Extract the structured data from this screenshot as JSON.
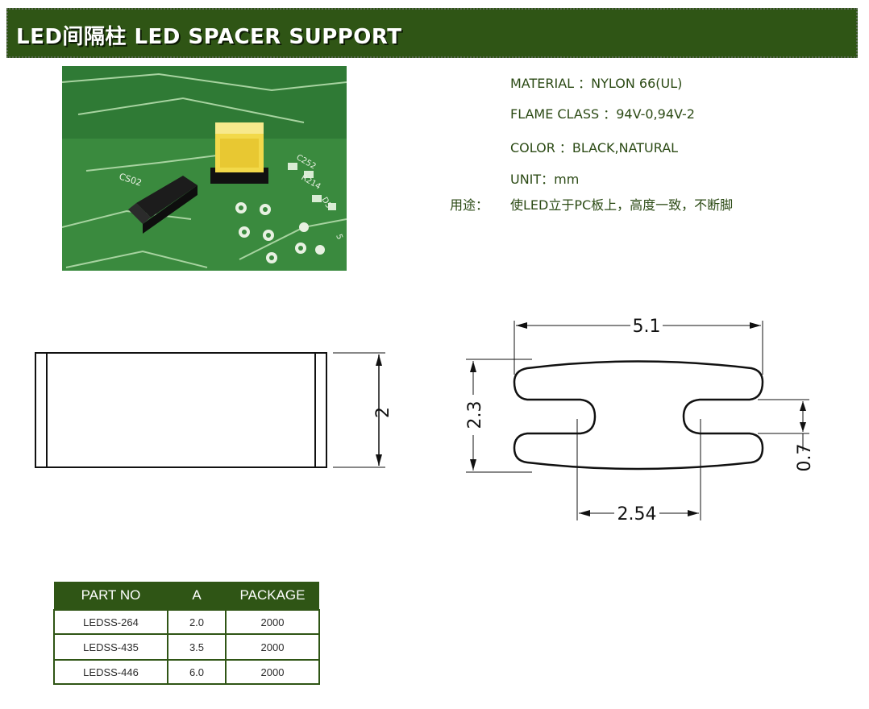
{
  "header": {
    "title": "LED间隔柱 LED SPACER SUPPORT"
  },
  "specs": {
    "material": "MATERIAL ：NYLON 66(UL)",
    "flame": "FLAME CLASS ：94V-0,94V-2",
    "color": "COLOR ：BLACK,NATURAL",
    "unit": "UNIT：mm",
    "usage_label": "用途：",
    "usage_text": "使LED立于PC板上，高度一致，不断脚"
  },
  "photo": {
    "silk_labels": [
      "CS02",
      "C252",
      "R214",
      "D5",
      "5"
    ]
  },
  "drawing": {
    "dims": {
      "side_height": "2",
      "width": "5.1",
      "height": "2.3",
      "slot": "0.7",
      "pitch": "2.54"
    }
  },
  "table": {
    "headers": [
      "PART NO",
      "A",
      "PACKAGE"
    ],
    "rows": [
      [
        "LEDSS-264",
        "2.0",
        "2000"
      ],
      [
        "LEDSS-435",
        "3.5",
        "2000"
      ],
      [
        "LEDSS-446",
        "6.0",
        "2000"
      ]
    ]
  },
  "colors": {
    "header_bg": "#2f5515",
    "text_green": "#2b4a14"
  }
}
